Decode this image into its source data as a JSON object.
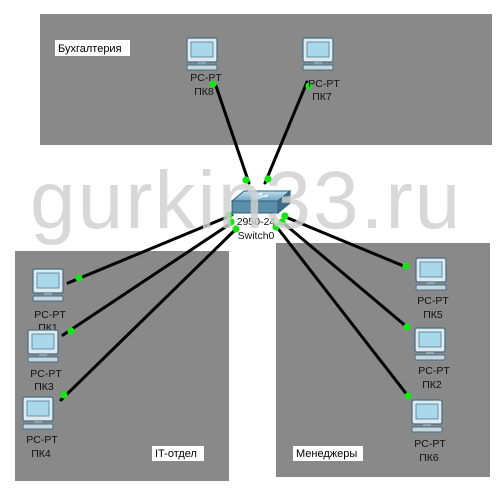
{
  "areas": {
    "accounting": {
      "label": "Бухгалтерия"
    },
    "it": {
      "label": "IT-отдел"
    },
    "managers": {
      "label": "Менеджеры"
    }
  },
  "switch": {
    "model": "2950-24",
    "name": "Switch0"
  },
  "pcs": {
    "pc8": {
      "type": "PC-PT",
      "name": "ПК8"
    },
    "pc7": {
      "type": "PC-PT",
      "name": "ПК7"
    },
    "pc1": {
      "type": "PC-PT",
      "name": "ПК1"
    },
    "pc3": {
      "type": "PC-PT",
      "name": "ПК3"
    },
    "pc4": {
      "type": "PC-PT",
      "name": "ПК4"
    },
    "pc5": {
      "type": "PC-PT",
      "name": "ПК5"
    },
    "pc2": {
      "type": "PC-PT",
      "name": "ПК2"
    },
    "pc6": {
      "type": "PC-PT",
      "name": "ПК6"
    }
  },
  "watermark": {
    "text": "gurkin33.ru"
  },
  "colors": {
    "area": "#898989",
    "link": "#000000",
    "port": "#14e614",
    "watermark": "#cfcfcf"
  }
}
